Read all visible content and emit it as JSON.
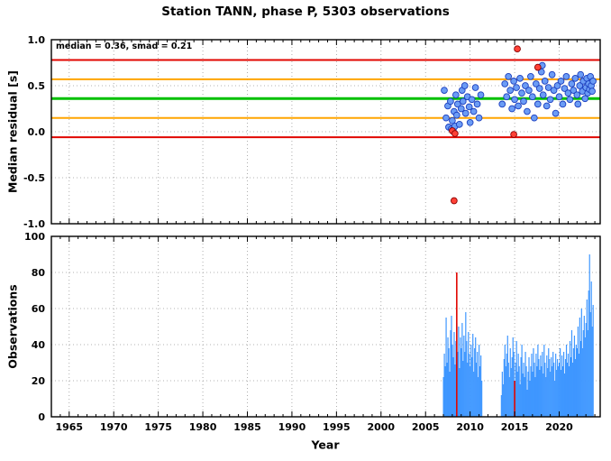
{
  "chart_data": [
    {
      "type": "scatter",
      "title": "Station TANN, phase P, 5303 observations",
      "annotation": "median = 0.36, smad = 0.21",
      "ylabel": "Median residual [s]",
      "xlim": [
        1963,
        2024.6
      ],
      "ylim": [
        -1.0,
        1.0
      ],
      "yticks": [
        -1.0,
        -0.5,
        0.0,
        0.5,
        1.0
      ],
      "xticks": [
        1965,
        1970,
        1975,
        1980,
        1985,
        1990,
        1995,
        2000,
        2005,
        2010,
        2015,
        2020
      ],
      "grid": true,
      "legend": "none",
      "hlines": [
        {
          "name": "upper-2smad-line",
          "y": 0.78,
          "color": "#e10600",
          "width": 2
        },
        {
          "name": "upper-smad-line",
          "y": 0.57,
          "color": "#ffa500",
          "width": 2
        },
        {
          "name": "median-line",
          "y": 0.36,
          "color": "#00c000",
          "width": 3
        },
        {
          "name": "lower-smad-line",
          "y": 0.15,
          "color": "#ffa500",
          "width": 2
        },
        {
          "name": "lower-2smad-line",
          "y": -0.06,
          "color": "#e10600",
          "width": 2
        }
      ],
      "series": [
        {
          "name": "median-residuals",
          "color": "#6b9cf5",
          "edge": "#1c3fbf",
          "points": [
            [
              2007.1,
              0.45
            ],
            [
              2007.3,
              0.15
            ],
            [
              2007.5,
              0.28
            ],
            [
              2007.6,
              0.05
            ],
            [
              2007.8,
              0.33
            ],
            [
              2007.9,
              0.03
            ],
            [
              2008.0,
              0.12
            ],
            [
              2008.1,
              0.02
            ],
            [
              2008.2,
              0.22
            ],
            [
              2008.3,
              0.06
            ],
            [
              2008.4,
              0.4
            ],
            [
              2008.5,
              0.18
            ],
            [
              2008.6,
              0.3
            ],
            [
              2008.8,
              0.08
            ],
            [
              2009.0,
              0.25
            ],
            [
              2009.1,
              0.45
            ],
            [
              2009.2,
              0.33
            ],
            [
              2009.4,
              0.5
            ],
            [
              2009.5,
              0.2
            ],
            [
              2009.7,
              0.38
            ],
            [
              2009.9,
              0.27
            ],
            [
              2010.0,
              0.1
            ],
            [
              2010.2,
              0.35
            ],
            [
              2010.4,
              0.22
            ],
            [
              2010.6,
              0.48
            ],
            [
              2010.8,
              0.3
            ],
            [
              2011.0,
              0.15
            ],
            [
              2011.2,
              0.4
            ],
            [
              2013.6,
              0.3
            ],
            [
              2013.9,
              0.52
            ],
            [
              2014.1,
              0.38
            ],
            [
              2014.3,
              0.6
            ],
            [
              2014.5,
              0.45
            ],
            [
              2014.7,
              0.25
            ],
            [
              2014.9,
              0.55
            ],
            [
              2015.0,
              0.35
            ],
            [
              2015.2,
              0.48
            ],
            [
              2015.4,
              0.28
            ],
            [
              2015.6,
              0.58
            ],
            [
              2015.8,
              0.42
            ],
            [
              2016.0,
              0.33
            ],
            [
              2016.2,
              0.5
            ],
            [
              2016.4,
              0.22
            ],
            [
              2016.6,
              0.45
            ],
            [
              2016.8,
              0.6
            ],
            [
              2017.0,
              0.38
            ],
            [
              2017.2,
              0.15
            ],
            [
              2017.4,
              0.52
            ],
            [
              2017.6,
              0.3
            ],
            [
              2017.8,
              0.47
            ],
            [
              2018.0,
              0.65
            ],
            [
              2018.1,
              0.72
            ],
            [
              2018.2,
              0.4
            ],
            [
              2018.4,
              0.55
            ],
            [
              2018.6,
              0.28
            ],
            [
              2018.8,
              0.48
            ],
            [
              2019.0,
              0.35
            ],
            [
              2019.2,
              0.62
            ],
            [
              2019.4,
              0.45
            ],
            [
              2019.6,
              0.2
            ],
            [
              2019.8,
              0.5
            ],
            [
              2020.0,
              0.38
            ],
            [
              2020.2,
              0.55
            ],
            [
              2020.4,
              0.3
            ],
            [
              2020.6,
              0.47
            ],
            [
              2020.8,
              0.6
            ],
            [
              2021.0,
              0.42
            ],
            [
              2021.2,
              0.35
            ],
            [
              2021.4,
              0.52
            ],
            [
              2021.6,
              0.45
            ],
            [
              2021.8,
              0.58
            ],
            [
              2022.0,
              0.4
            ],
            [
              2022.1,
              0.3
            ],
            [
              2022.3,
              0.5
            ],
            [
              2022.4,
              0.62
            ],
            [
              2022.6,
              0.44
            ],
            [
              2022.7,
              0.55
            ],
            [
              2022.9,
              0.36
            ],
            [
              2023.0,
              0.48
            ],
            [
              2023.1,
              0.58
            ],
            [
              2023.2,
              0.42
            ],
            [
              2023.3,
              0.52
            ],
            [
              2023.4,
              0.46
            ],
            [
              2023.5,
              0.6
            ],
            [
              2023.6,
              0.5
            ],
            [
              2023.7,
              0.44
            ],
            [
              2023.8,
              0.55
            ]
          ]
        },
        {
          "name": "outlier-residuals",
          "color": "#ff4136",
          "edge": "#8b0000",
          "points": [
            [
              2008.0,
              0.01
            ],
            [
              2008.3,
              -0.02
            ],
            [
              2008.2,
              -0.75
            ],
            [
              2014.9,
              -0.03
            ],
            [
              2015.3,
              0.9
            ],
            [
              2017.6,
              0.7
            ]
          ]
        }
      ]
    },
    {
      "type": "bar",
      "ylabel": "Observations",
      "xlabel": "Year",
      "ylim": [
        0,
        100
      ],
      "yticks": [
        0,
        20,
        40,
        60,
        80,
        100
      ],
      "bar_color": "#3f97ff",
      "red_bar_color": "#e10600",
      "bar_clusters": [
        {
          "start": 2007.0,
          "step": 0.1,
          "heights": [
            22,
            35,
            28,
            55,
            30,
            44,
            38,
            25,
            48,
            56,
            40,
            33,
            47,
            29,
            42,
            52,
            36,
            50,
            27,
            44,
            38,
            52,
            31,
            45,
            36,
            58,
            42,
            30,
            47,
            35,
            28,
            40,
            33,
            46,
            25,
            38,
            44,
            30,
            36,
            22,
            40,
            28,
            34,
            20
          ]
        },
        {
          "start": 2013.5,
          "step": 0.1,
          "heights": [
            12,
            25,
            18,
            32,
            40,
            28,
            35,
            45,
            30,
            22,
            38,
            27,
            33,
            44,
            36,
            20,
            30,
            42,
            25,
            35,
            28,
            18,
            33,
            40,
            24,
            30,
            22,
            36,
            28,
            15,
            25,
            33,
            20,
            28,
            35,
            25,
            38,
            30,
            22,
            35,
            28,
            40,
            32,
            26,
            34,
            28,
            36,
            24,
            40,
            30,
            22,
            34,
            27,
            38,
            32,
            25,
            33,
            28,
            36,
            30,
            20,
            35,
            26,
            32,
            28,
            30,
            38,
            26,
            34,
            28,
            36,
            24,
            32,
            40,
            30,
            35,
            28,
            42,
            33,
            48,
            30,
            38,
            45,
            32,
            40,
            38,
            50,
            35,
            55,
            42,
            60,
            38,
            48,
            56,
            44,
            52,
            65,
            48,
            70,
            90,
            58,
            75,
            50,
            62
          ]
        }
      ],
      "red_bars": [
        [
          2008.5,
          80
        ],
        [
          2015.0,
          20
        ]
      ]
    }
  ]
}
